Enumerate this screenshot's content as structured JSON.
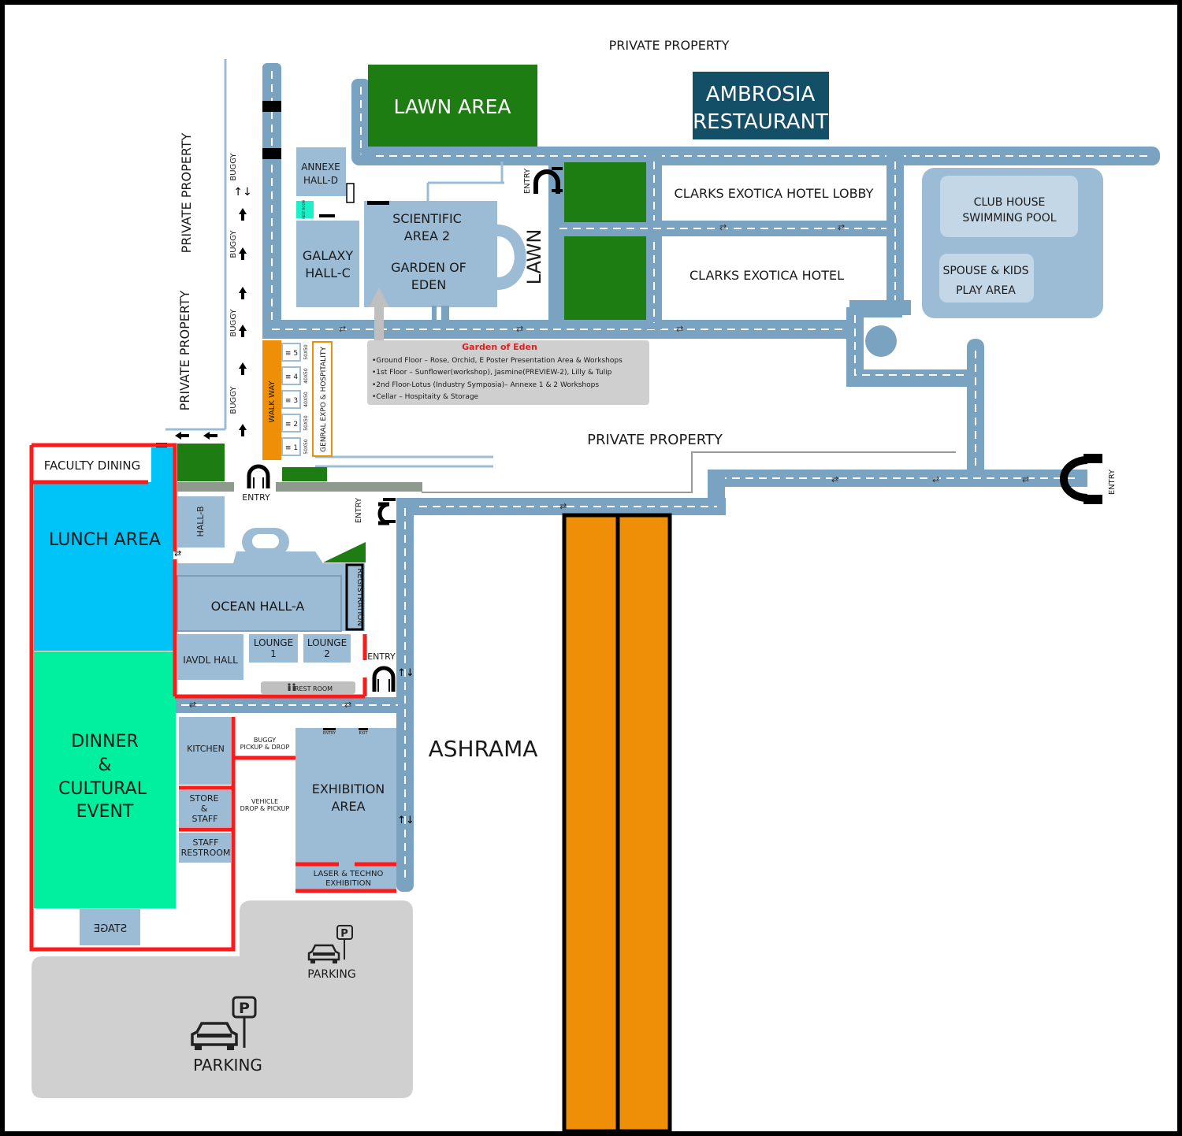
{
  "private_property": {
    "top": "PRIVATE PROPERTY",
    "left1": "PRIVATE PROPERTY",
    "left2": "PRIVATE PROPERTY",
    "middle": "PRIVATE PROPERTY"
  },
  "lawn_area": "LAWN AREA",
  "ambrosia": {
    "line1": "AMBROSIA",
    "line2": "RESTAURANT"
  },
  "annexe": {
    "line1": "ANNEXE",
    "line2": "HALL-D"
  },
  "rest_room_small": "REST ROOM",
  "galaxy": {
    "line1": "GALAXY",
    "line2": "HALL-C"
  },
  "scientific": {
    "line1": "SCIENTIFIC",
    "line2": "AREA 2",
    "line3": "GARDEN OF",
    "line4": "EDEN"
  },
  "lawn": "LAWN",
  "hotel_lobby": "CLARKS EXOTICA HOTEL LOBBY",
  "hotel": "CLARKS EXOTICA HOTEL",
  "club_house": {
    "line1": "CLUB HOUSE",
    "line2": "SWIMMING POOL"
  },
  "play_area": {
    "line1": "SPOUSE & KIDS",
    "line2": "PLAY AREA"
  },
  "garden_info": {
    "title": "Garden of Eden",
    "items": [
      "•Ground Floor – Rose, Orchid, E Poster Presentation Area & Workshops",
      "•1st Floor – Sunflower(workshop), Jasmine(PREVIEW-2), Lilly & Tulip",
      "•2nd Floor-Lotus (Industry Symposia)– Annexe 1 & 2 Workshops",
      "•Cellar – Hospitaity & Storage"
    ]
  },
  "buggy": [
    "BUGGY",
    "BUGGY",
    "BUGGY",
    "BUGGY"
  ],
  "walkway": "WALK WAY",
  "stalls": [
    "5",
    "4",
    "3",
    "2",
    "1"
  ],
  "stall_sizes": [
    "50X50",
    "40X50",
    "40X50",
    "50X50",
    "50X50"
  ],
  "genral_expo": "GENRAL EXPO & HOSPITALITY",
  "entry": "ENTRY",
  "faculty_dining": "FACULTY DINING",
  "lunch_area": "LUNCH AREA",
  "hall_b": "HALL-B",
  "ocean_hall": "OCEAN HALL-A",
  "registration": "REGISTRATION",
  "iavdl": "IAVDL HALL",
  "lounge1": {
    "line1": "LOUNGE",
    "line2": "1"
  },
  "lounge2": {
    "line1": "LOUNGE",
    "line2": "2"
  },
  "rest_room": "REST ROOM",
  "dinner": {
    "line1": "DINNER",
    "line2": "&",
    "line3": "CULTURAL",
    "line4": "EVENT"
  },
  "kitchen": "KITCHEN",
  "store": {
    "line1": "STORE",
    "line2": "&",
    "line3": "STAFF"
  },
  "staff_restroom": {
    "line1": "STAFF",
    "line2": "RESTROOM"
  },
  "buggy_pickup": {
    "line1": "BUGGY",
    "line2": "PICKUP & DROP"
  },
  "vehicle_drop": {
    "line1": "VEHICLE",
    "line2": "DROP & PICKUP"
  },
  "exhibition": {
    "line1": "EXHIBITION",
    "line2": "AREA",
    "entry": "ENTRY",
    "exit": "EXIT"
  },
  "laser": {
    "line1": "LASER & TECHNO",
    "line2": "EXHIBITION"
  },
  "ashrama": "ASHRAMA",
  "stage": "STAGE",
  "parking": "PARKING",
  "parking_small": "PARKING",
  "parking_sign": "P",
  "colors": {
    "road": "#7aa3c2",
    "hall": "#9cbcd6",
    "lawn": "#1e7d12",
    "lunch": "#00c4f8",
    "dinner": "#00f0a0",
    "orange": "#ef8f07",
    "ambrosia": "#144f68",
    "red": "#ff1a1a",
    "parking": "#d0d0d0",
    "walkway": "#ef8f07",
    "teal": "#1bf0c8"
  },
  "icons": [
    "car-icon",
    "parking-sign-icon",
    "entry-gate-icon",
    "arrow-up-icon",
    "arrow-left-icon",
    "toilet-icon"
  ]
}
